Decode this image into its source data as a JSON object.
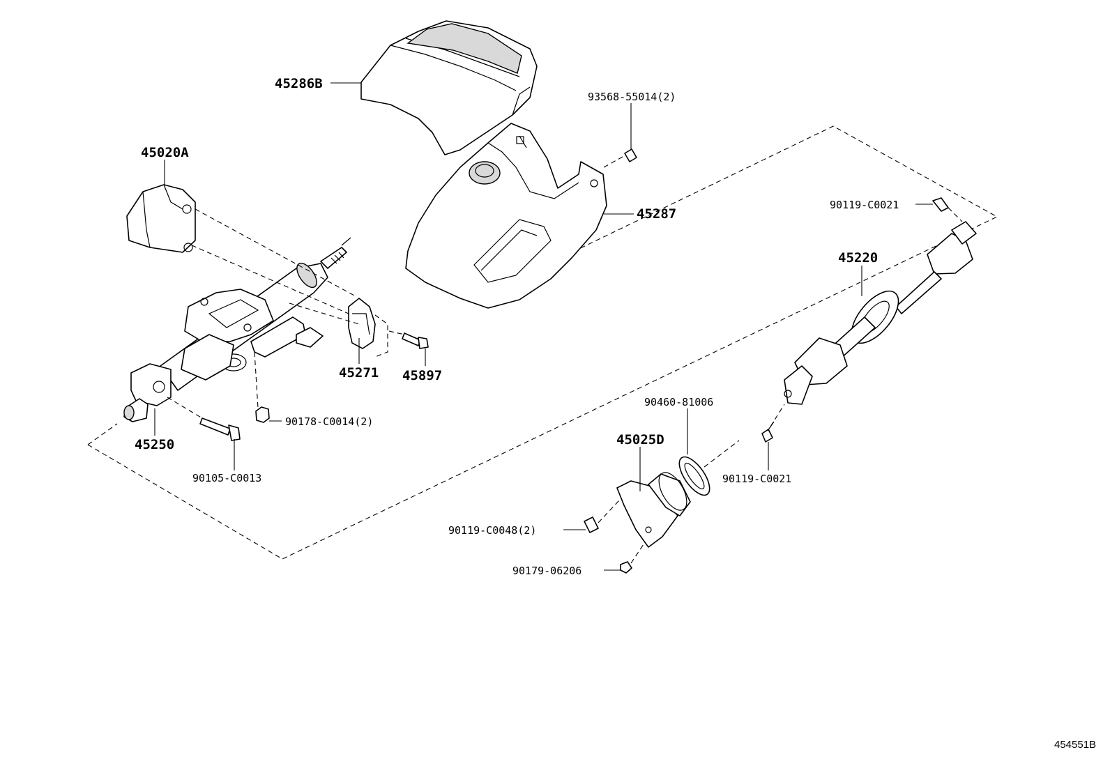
{
  "labels": {
    "p45286B": "45286B",
    "p93568": "93568-55014(2)",
    "p45020A": "45020A",
    "p45287": "45287",
    "p90119a": "90119-C0021",
    "p45220": "45220",
    "p45271": "45271",
    "p45897": "45897",
    "p90178": "90178-C0014(2)",
    "p45250": "45250",
    "p90105": "90105-C0013",
    "p90460": "90460-81006",
    "p45025D": "45025D",
    "p90119b": "90119-C0021",
    "p90119c": "90119-C0048(2)",
    "p90179": "90179-06206"
  },
  "diagram_ref": "454551B"
}
